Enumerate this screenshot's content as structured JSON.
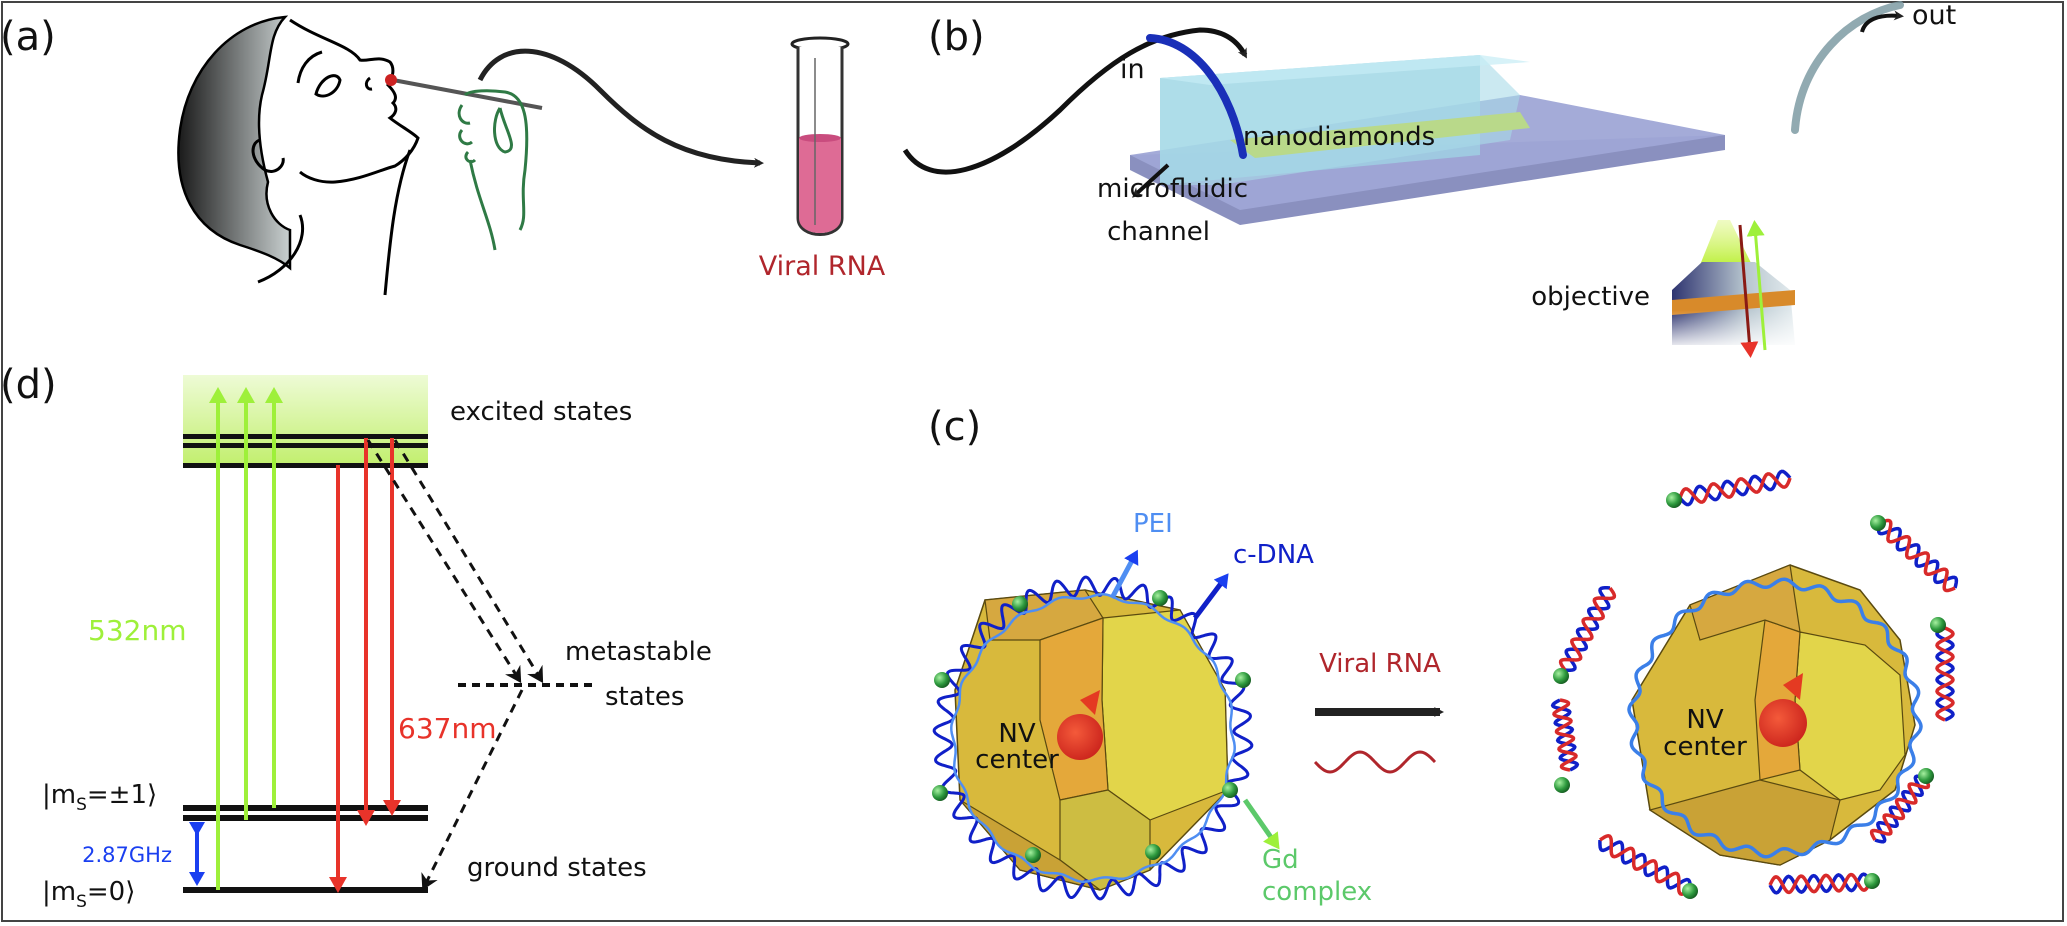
{
  "figure": {
    "panels": {
      "a": {
        "label": "(a)",
        "tube_label": "Viral RNA",
        "colors": {
          "tube_label": "#b0262c",
          "liquid": "#de6b95",
          "hand": "#2f7a45",
          "swab_tip": "#cc2222"
        }
      },
      "b": {
        "label": "(b)",
        "in_label": "in",
        "out_label": "out",
        "chip_label": "nanodiamonds",
        "channel_label_line1": "microfluidic",
        "channel_label_line2": "channel",
        "objective_label": "objective",
        "colors": {
          "in_tube": "#1a2fb8",
          "out_tube": "#7e9ba3",
          "channel": "#a9dbe8",
          "slide": "#9fa6d6",
          "nanodiamonds": "#b9d98a",
          "band": "#d88a2a"
        }
      },
      "c": {
        "label": "(c)",
        "pei_label": "PEI",
        "cdna_label": "c-DNA",
        "gd_label_line1": "Gd",
        "gd_label_line2": "complex",
        "arrow_label": "Viral RNA",
        "nv_label_line1": "NV",
        "nv_label_line2": "center",
        "nv_right_line1": "NV",
        "nv_right_line2": "center",
        "colors": {
          "pei": "#4f8ef2",
          "cdna": "#1020c8",
          "gd": "#5cc96a",
          "viral_rna": "#b0262c",
          "diamond": "#d8b93c",
          "spin": "#e43a22"
        }
      },
      "d": {
        "label": "(d)",
        "excited_label": "excited states",
        "metastable_line1": "metastable",
        "metastable_line2": "states",
        "ground_label": "ground states",
        "excitation_label": "532nm",
        "emission_label": "637nm",
        "splitting_label": "2.87GHz",
        "ms_pm1_label": "|m",
        "ms_pm1_sub": "S",
        "ms_pm1_tail": "=±1⟩",
        "ms_0_label": "|m",
        "ms_0_sub": "S",
        "ms_0_tail": "=0⟩",
        "colors": {
          "excitation": "#9ef03a",
          "emission": "#e8332a",
          "splitting": "#1a3ff0",
          "excited_band": "#c8f07a"
        }
      }
    }
  }
}
